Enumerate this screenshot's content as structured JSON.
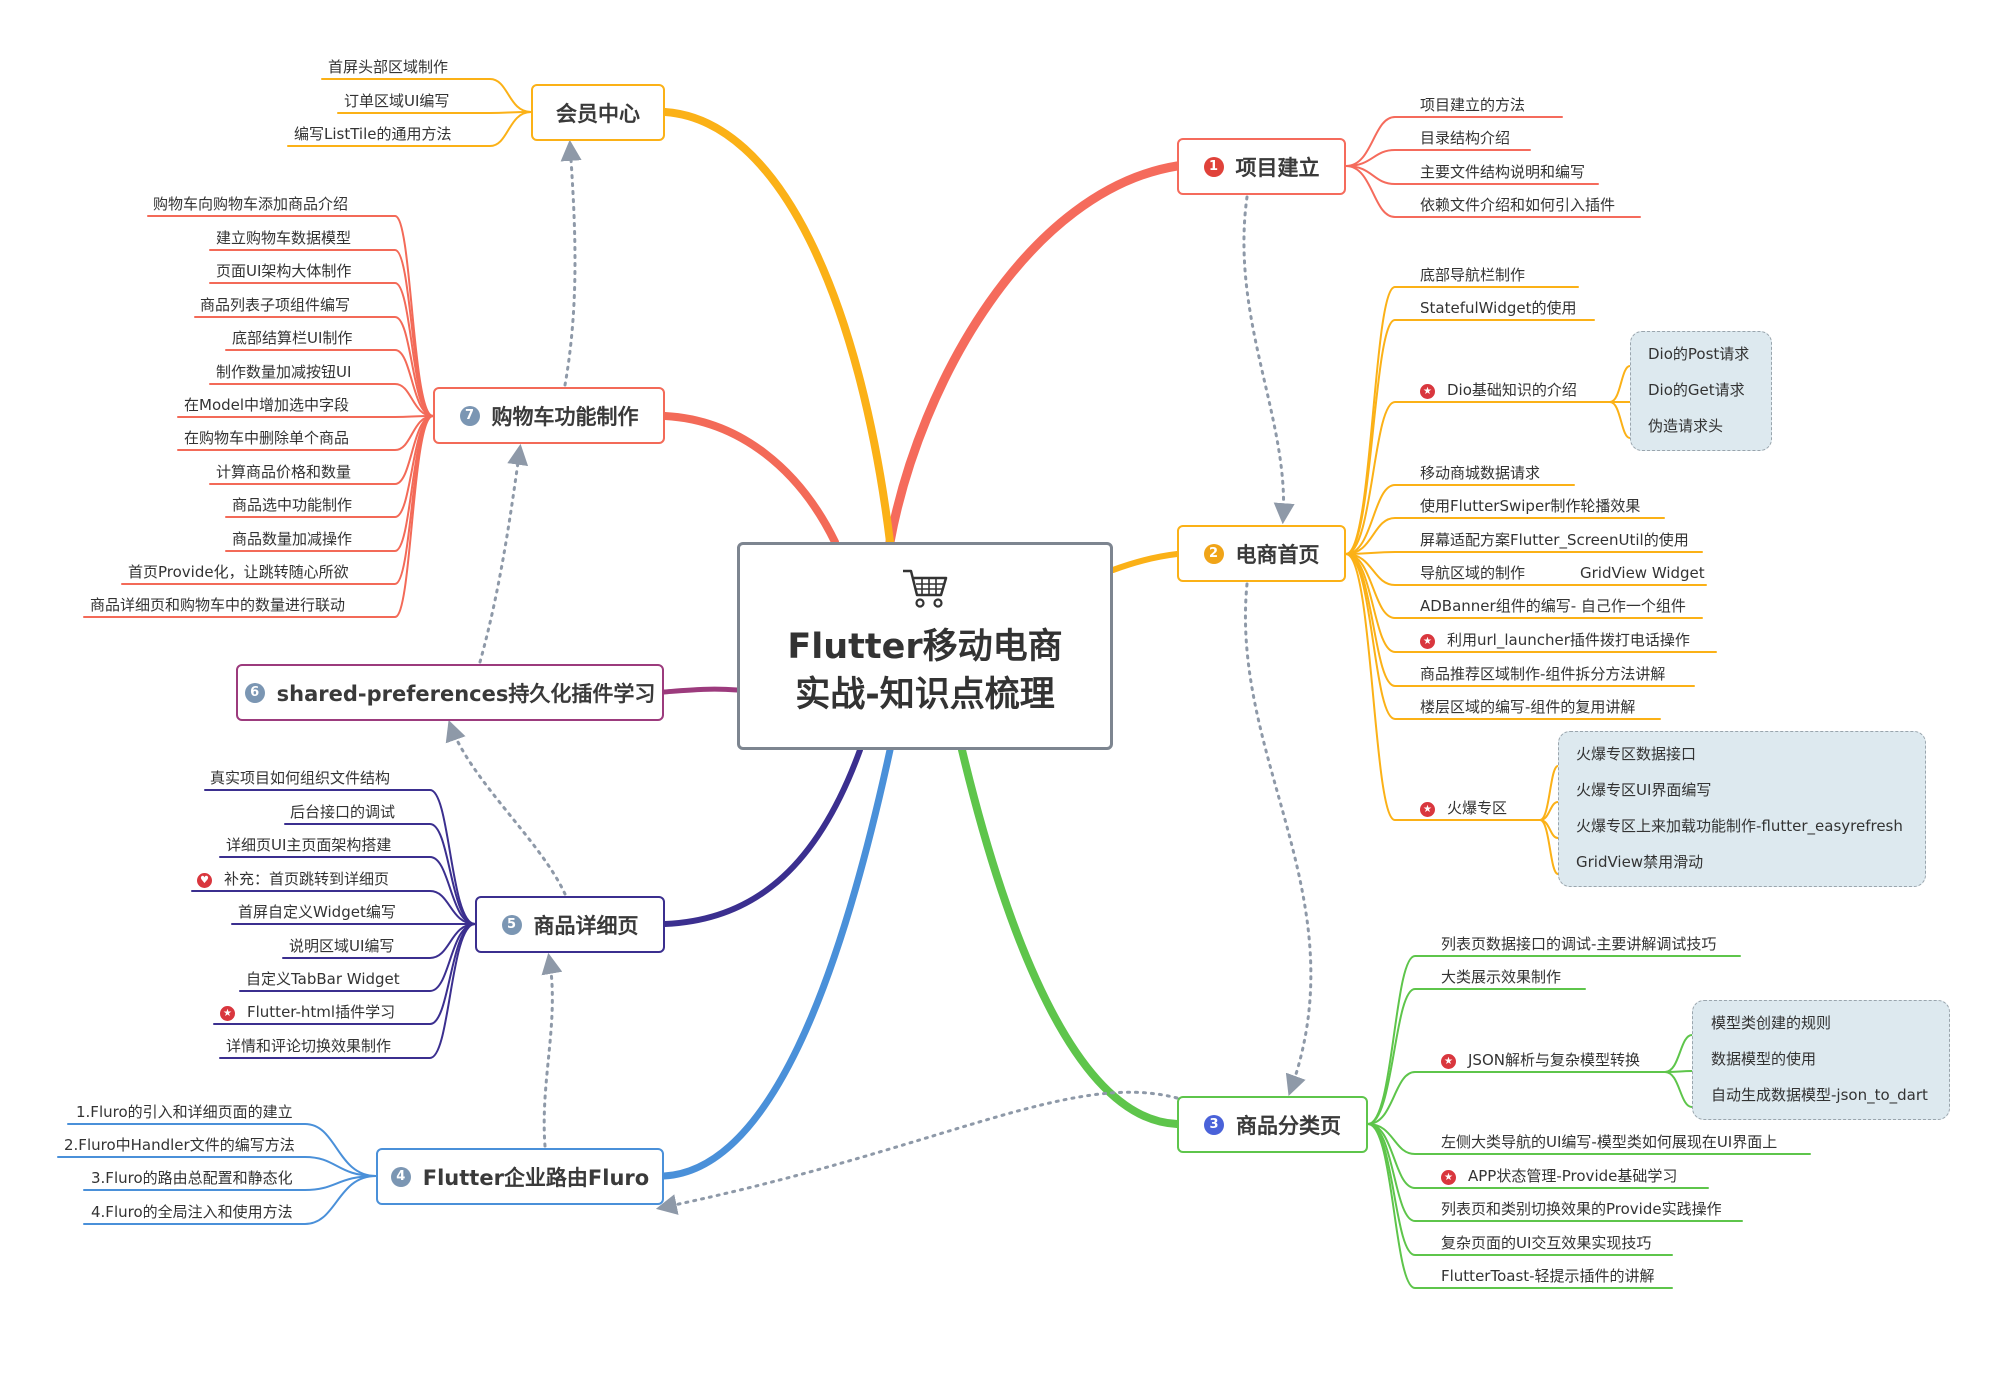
{
  "central": {
    "line1": "Flutter移动电商",
    "line2": "实战-知识点梳理",
    "icon": "shopping-cart-icon"
  },
  "colors": {
    "t1": "#f56b5c",
    "t2": "#fbb117",
    "t3": "#5ec54b",
    "t4": "#4a90d9",
    "t5": "#3b2f8f",
    "t6": "#9c3b7d",
    "t7": "#f36a58",
    "member": "#fbb117",
    "dotted": "#8e99a8"
  },
  "topics": {
    "t1": {
      "num": "1",
      "label": "项目建立",
      "leaves": [
        "项目建立的方法",
        "目录结构介绍",
        "主要文件结构说明和编写",
        "依赖文件介绍和如何引入插件"
      ]
    },
    "t2": {
      "num": "2",
      "label": "电商首页",
      "leaves": [
        "底部导航栏制作",
        "StatefulWidget的使用",
        "Dio基础知识的介绍",
        "移动商城数据请求",
        "使用FlutterSwiper制作轮播效果",
        "屏幕适配方案Flutter_ScreenUtil的使用",
        "导航区域的制作",
        "ADBanner组件的编写- 自己作一个组件",
        "利用url_launcher插件拨打电话操作",
        "商品推荐区域制作-组件拆分方法讲解",
        "楼层区域的编写-组件的复用讲解",
        "火爆专区"
      ],
      "dio": [
        "Dio的Post请求",
        "Dio的Get请求",
        "伪造请求头"
      ],
      "gridview": "GridView Widget",
      "hot": [
        "火爆专区数据接口",
        "火爆专区UI界面编写",
        "火爆专区上来加载功能制作-flutter_easyrefresh",
        "GridView禁用滑动"
      ]
    },
    "t3": {
      "num": "3",
      "label": "商品分类页",
      "leaves": [
        "列表页数据接口的调试-主要讲解调试技巧",
        "大类展示效果制作",
        "JSON解析与复杂模型转换",
        "左侧大类导航的UI编写-模型类如何展现在UI界面上",
        "APP状态管理-Provide基础学习",
        "列表页和类别切换效果的Provide实践操作",
        "复杂页面的UI交互效果实现技巧",
        "FlutterToast-轻提示插件的讲解"
      ],
      "json": [
        "模型类创建的规则",
        "数据模型的使用",
        "自动生成数据模型-json_to_dart"
      ]
    },
    "t4": {
      "num": "4",
      "label": "Flutter企业路由Fluro",
      "leaves": [
        "1.Fluro的引入和详细页面的建立",
        "2.Fluro中Handler文件的编写方法",
        "3.Fluro的路由总配置和静态化",
        "4.Fluro的全局注入和使用方法"
      ]
    },
    "t5": {
      "num": "5",
      "label": "商品详细页",
      "leaves": [
        "真实项目如何组织文件结构",
        "后台接口的调试",
        "详细页UI主页面架构搭建",
        "补充：首页跳转到详细页",
        "首屏自定义Widget编写",
        "说明区域UI编写",
        "自定义TabBar Widget",
        "Flutter-html插件学习",
        "详情和评论切换效果制作"
      ]
    },
    "t6": {
      "num": "6",
      "label": "shared-preferences持久化插件学习"
    },
    "t7": {
      "num": "7",
      "label": "购物车功能制作",
      "leaves": [
        "购物车向购物车添加商品介绍",
        "建立购物车数据模型",
        "页面UI架构大体制作",
        "商品列表子项组件编写",
        "底部结算栏UI制作",
        "制作数量加减按钮UI",
        "在Model中增加选中字段",
        "在购物车中删除单个商品",
        "计算商品价格和数量",
        "商品选中功能制作",
        "商品数量加减操作",
        "首页Provide化，让跳转随心所欲",
        "商品详细页和购物车中的数量进行联动"
      ]
    },
    "member": {
      "label": "会员中心",
      "leaves": [
        "首屏头部区域制作",
        "订单区域UI编写",
        "编写ListTile的通用方法"
      ]
    }
  }
}
